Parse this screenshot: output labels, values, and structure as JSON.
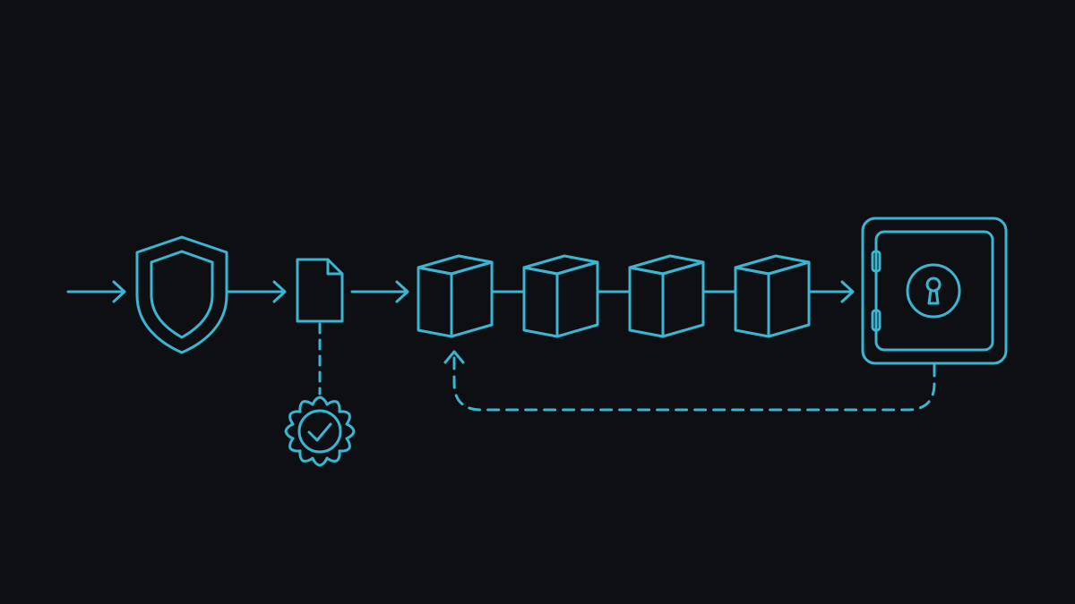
{
  "theme": {
    "background": "#0e0f13",
    "accent": "#3ab6d3"
  },
  "diagram": {
    "nodes": [
      {
        "id": "shield",
        "icon": "shield-icon"
      },
      {
        "id": "document",
        "icon": "document-icon"
      },
      {
        "id": "verification",
        "icon": "verified-badge-icon"
      },
      {
        "id": "block-1",
        "icon": "cube-icon"
      },
      {
        "id": "block-2",
        "icon": "cube-icon"
      },
      {
        "id": "block-3",
        "icon": "cube-icon"
      },
      {
        "id": "block-4",
        "icon": "cube-icon"
      },
      {
        "id": "vault",
        "icon": "safe-vault-icon"
      }
    ],
    "edges": [
      {
        "from": "input",
        "to": "shield",
        "style": "arrow"
      },
      {
        "from": "shield",
        "to": "document",
        "style": "arrow"
      },
      {
        "from": "document",
        "to": "verification",
        "style": "dashed"
      },
      {
        "from": "document",
        "to": "block-1",
        "style": "arrow"
      },
      {
        "from": "block-1",
        "to": "block-2",
        "style": "solid"
      },
      {
        "from": "block-2",
        "to": "block-3",
        "style": "solid"
      },
      {
        "from": "block-3",
        "to": "block-4",
        "style": "solid"
      },
      {
        "from": "block-4",
        "to": "vault",
        "style": "arrow"
      },
      {
        "from": "vault",
        "to": "block-1",
        "style": "dashed-arrow"
      }
    ]
  }
}
